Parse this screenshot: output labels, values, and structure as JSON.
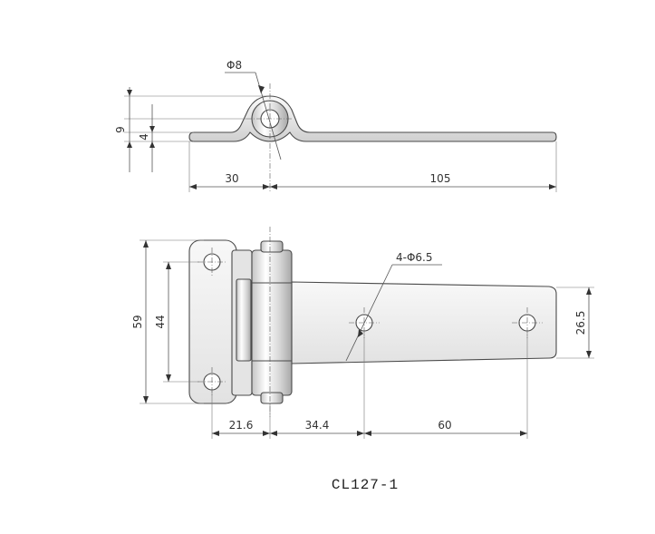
{
  "side_view": {
    "hole_diameter_label": "Φ8",
    "height_total_label": "9",
    "thickness_label": "4",
    "left_length_label": "30",
    "right_length_label": "105"
  },
  "top_view": {
    "leaf_height_label": "59",
    "hole_spacing_vertical_label": "44",
    "holes_callout_label": "4-Φ6.5",
    "strap_width_label": "26.5",
    "dim_a_label": "21.6",
    "dim_b_label": "34.4",
    "dim_c_label": "60"
  },
  "caption": "CL127-1",
  "colors": {
    "line": "#4a4a4a",
    "metal_light": "#f4f4f4",
    "metal_mid": "#d8d8d8",
    "metal_dark": "#b8b8b8"
  }
}
